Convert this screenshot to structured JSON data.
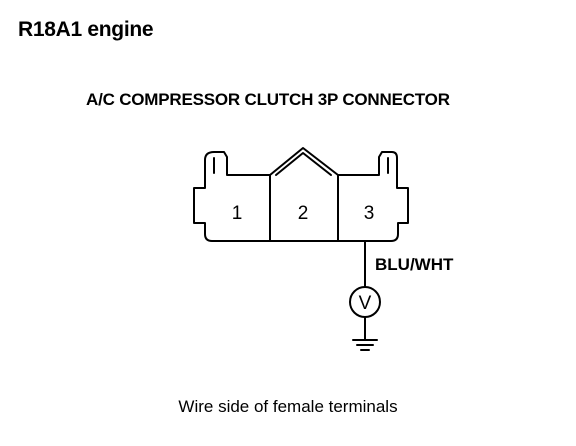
{
  "engine_title": "R18A1 engine",
  "connector_title": "A/C COMPRESSOR CLUTCH 3P CONNECTOR",
  "connector": {
    "pins": [
      "1",
      "2",
      "3"
    ]
  },
  "wire_label": "BLU/WHT",
  "meter_symbol": "V",
  "caption": "Wire side of female terminals",
  "colors": {
    "line": "#000000",
    "background": "#ffffff"
  }
}
